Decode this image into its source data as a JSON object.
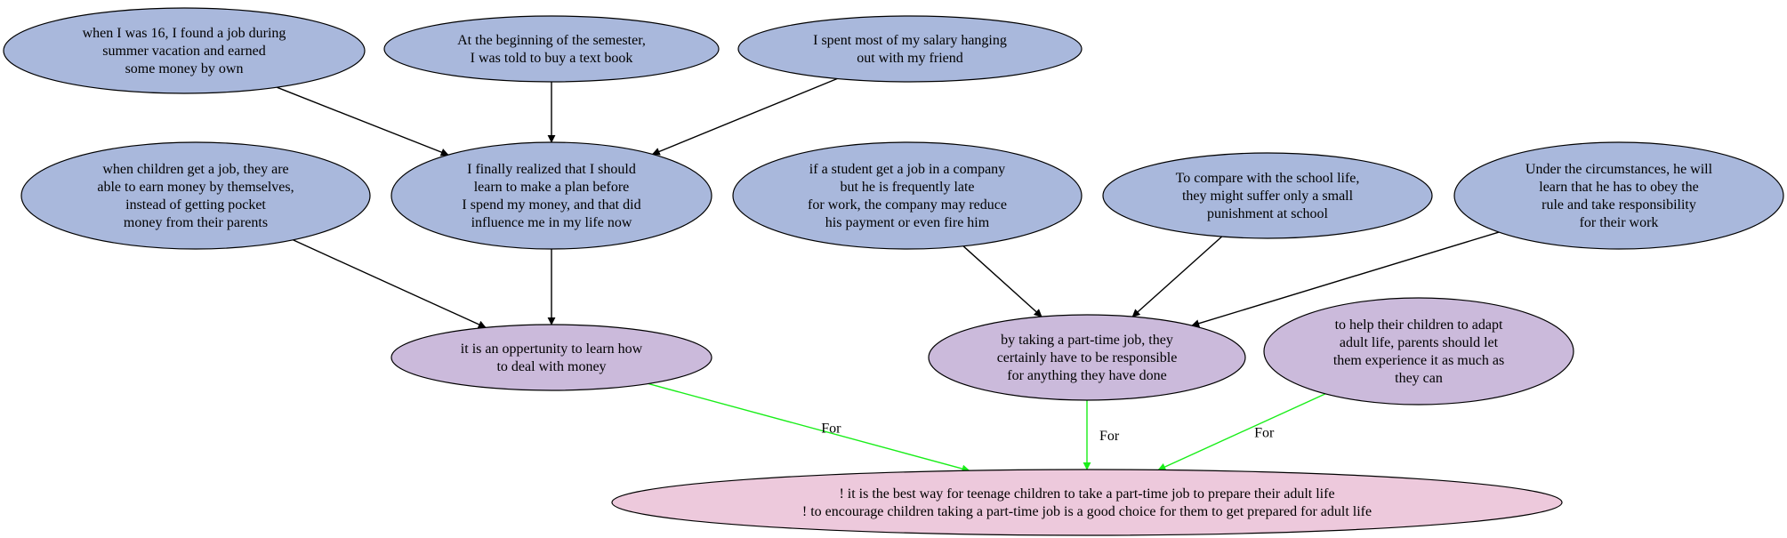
{
  "colors": {
    "premise_fill": "#a9b8dc",
    "claim_fill": "#cbbadb",
    "conclusion_fill": "#edc9dc",
    "stroke": "#000000",
    "support_edge": "#000000",
    "for_edge": "#19ee19"
  },
  "nodes": [
    {
      "id": "n1",
      "kind": "premise",
      "lines": [
        "when I was 16, I found a job during",
        "summer vacation and earned",
        "some money by own"
      ]
    },
    {
      "id": "n2",
      "kind": "premise",
      "lines": [
        "At the beginning of the semester,",
        "I was told to buy a text book"
      ]
    },
    {
      "id": "n3",
      "kind": "premise",
      "lines": [
        "I spent most of my salary hanging",
        "out with my friend"
      ]
    },
    {
      "id": "n4",
      "kind": "premise",
      "lines": [
        "when children get a job, they are",
        "able to earn money by themselves,",
        "instead of getting pocket",
        "money from their parents"
      ]
    },
    {
      "id": "n5",
      "kind": "premise",
      "lines": [
        "I finally realized that I should",
        "learn to make a plan before",
        "I spend my money, and that did",
        "influence me in my life now"
      ]
    },
    {
      "id": "n6",
      "kind": "premise",
      "lines": [
        "if a student get a job in a company",
        "but he is frequently late",
        "for work, the company may reduce",
        "his payment or even fire him"
      ]
    },
    {
      "id": "n7",
      "kind": "premise",
      "lines": [
        "To compare with the school life,",
        "they might suffer only a small",
        "punishment at school"
      ]
    },
    {
      "id": "n8",
      "kind": "premise",
      "lines": [
        "Under the circumstances, he will",
        "learn that he has to obey the",
        "rule and take responsibility",
        "for their work"
      ]
    },
    {
      "id": "n9",
      "kind": "claim",
      "lines": [
        "it is an oppertunity to learn how",
        "to deal with money"
      ]
    },
    {
      "id": "n10",
      "kind": "claim",
      "lines": [
        "by taking a part-time job, they",
        "certainly have to be responsible",
        "for anything they have done"
      ]
    },
    {
      "id": "n11",
      "kind": "claim",
      "lines": [
        "to help their children to adapt",
        "adult life, parents should let",
        "them experience it as much as",
        "they can"
      ]
    },
    {
      "id": "n12",
      "kind": "conclusion",
      "lines": [
        "! it is the best way for teenage children to take a part-time job to prepare their adult life",
        "! to encourage children taking a part-time job is a good choice for them to get prepared for adult life"
      ]
    }
  ],
  "edges": [
    {
      "from": "n1",
      "to": "n5",
      "label": ""
    },
    {
      "from": "n2",
      "to": "n5",
      "label": ""
    },
    {
      "from": "n3",
      "to": "n5",
      "label": ""
    },
    {
      "from": "n4",
      "to": "n9",
      "label": ""
    },
    {
      "from": "n5",
      "to": "n9",
      "label": ""
    },
    {
      "from": "n6",
      "to": "n10",
      "label": ""
    },
    {
      "from": "n7",
      "to": "n10",
      "label": ""
    },
    {
      "from": "n8",
      "to": "n10",
      "label": ""
    },
    {
      "from": "n9",
      "to": "n12",
      "label": "For"
    },
    {
      "from": "n10",
      "to": "n12",
      "label": "For"
    },
    {
      "from": "n11",
      "to": "n12",
      "label": "For"
    }
  ]
}
